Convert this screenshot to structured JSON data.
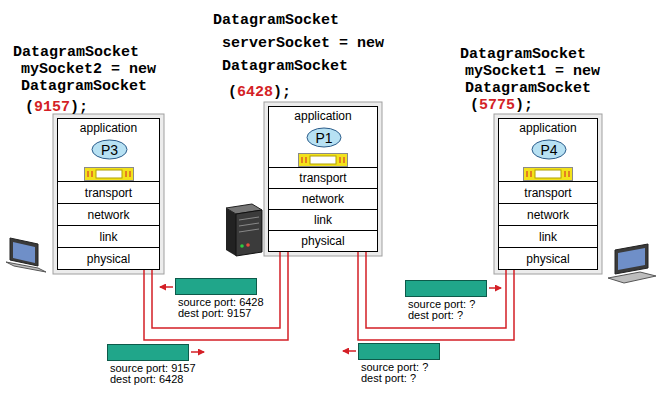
{
  "diagram": {
    "nodes": [
      {
        "text": [
          "application"
        ]
      },
      {
        "text": [
          "P3"
        ],
        "in": 0
      },
      {
        "text": [
          "transport"
        ]
      },
      {
        "text": [
          "network"
        ]
      },
      {
        "text": [
          "link"
        ]
      },
      {
        "text": [
          "physical"
        ]
      },
      {
        "text": [
          "application"
        ]
      },
      {
        "text": [
          "P1"
        ],
        "in": 6
      },
      {
        "text": [
          "transport"
        ]
      },
      {
        "text": [
          "network"
        ]
      },
      {
        "text": [
          "link"
        ]
      },
      {
        "text": [
          "physical"
        ]
      },
      {
        "text": [
          "application"
        ]
      },
      {
        "text": [
          "P4"
        ],
        "in": 12
      },
      {
        "text": [
          "transport"
        ]
      },
      {
        "text": [
          "network"
        ]
      },
      {
        "text": [
          "link"
        ]
      },
      {
        "text": [
          "physical"
        ]
      },
      {
        "text": [
          "source port: 6428",
          "dest port: 9157"
        ]
      },
      {
        "text": [
          "source port: ?",
          "dest port: ?"
        ]
      },
      {
        "text": [
          "source port: 9157",
          "dest port: 6428"
        ]
      },
      {
        "text": [
          "source port: ?",
          "dest port: ?"
        ]
      }
    ],
    "edges": [
      {
        "from": 8,
        "to": 2,
        "arrow": "to"
      },
      {
        "from": 2,
        "to": 8,
        "arrow": "to"
      },
      {
        "from": 8,
        "to": 14,
        "arrow": "to"
      },
      {
        "from": 14,
        "to": 8,
        "arrow": "to"
      }
    ],
    "labels": [
      "DatagramSocket",
      "serverSocket = new",
      "DatagramSocket",
      "(",
      "6428",
      ");",
      "DatagramSocket",
      "mySocket2 = new",
      "DatagramSocket",
      "(",
      "9157",
      ");",
      "DatagramSocket",
      "mySocket1 = new",
      "DatagramSocket",
      "(",
      "5775",
      ");"
    ]
  }
}
